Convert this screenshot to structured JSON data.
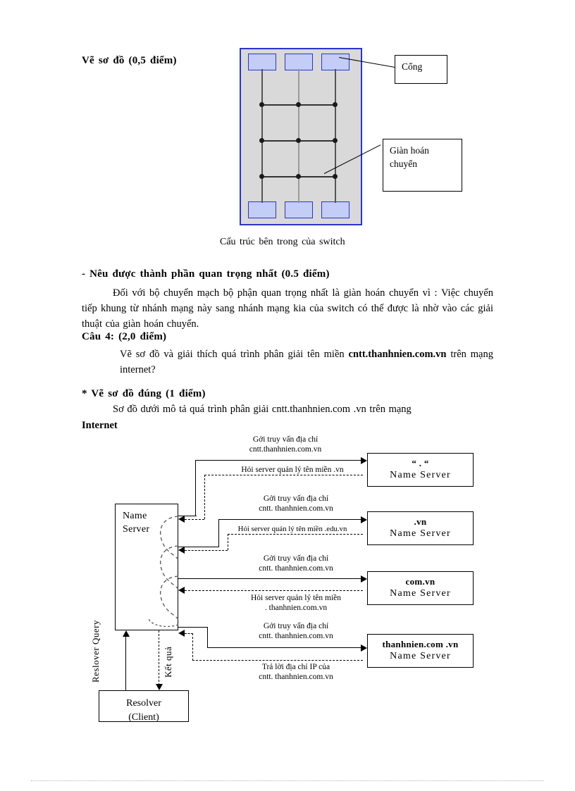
{
  "document": {
    "section_switch": {
      "heading": "Vẽ sơ đồ (0,5 điểm)",
      "callout_port": "Cổng",
      "callout_matrix": "Giàn hoán\nchuyển",
      "caption": "Cấu trúc bên trong của switch"
    },
    "section_component": {
      "heading": "- Nêu được thành phần quan trọng nhất (0.5 điểm)",
      "paragraph": "Đối với bộ chuyển mạch bộ phận quan trọng nhất là giàn hoán chuyển vì : Việc chuyển tiếp khung từ nhánh mạng này sang nhánh mạng kia của switch có thể được là nhờ vào các giải thuật của giàn hoán chuyển."
    },
    "section_cau4": {
      "heading": "Câu 4: (2,0 điểm)",
      "question_part1": "Vẽ sơ đồ và giải thích quá trình phân giải tên miền ",
      "question_domain": "cntt.thanhnien.com.vn",
      "question_part2": " trên mạng internet?"
    },
    "section_diagram": {
      "heading": "* Vẽ sơ đồ đúng (1 điểm)",
      "intro": "Sơ đồ dưới mô tả quá trình phân giải cntt.thanhnien.com .vn trên mạng",
      "intro_bold": "Internet"
    }
  },
  "dns_diagram": {
    "local_server": {
      "line1": "Name",
      "line2": "Server"
    },
    "client": {
      "line1": "Resolver",
      "line2": "(Client)"
    },
    "vertical_labels": {
      "query": "Reslover  Query",
      "result": "Kết quả"
    },
    "servers": [
      {
        "zone": "“ . “",
        "role": "Name Server",
        "query_line1": "Gởi  truy vấn địa chỉ",
        "query_line2": "cntt.thanhnien.com.vn",
        "response": "Hỏi server quản lý tên miền .vn"
      },
      {
        "zone": ".vn",
        "role": "Name Server",
        "query_line1": "Gởi  truy vấn địa chỉ",
        "query_line2": "cntt. thanhnien.com.vn",
        "response": "Hỏi server quản lý tên miền .edu.vn"
      },
      {
        "zone": "com.vn",
        "role": "Name Server",
        "query_line1": "Gởi  truy vấn địa chỉ",
        "query_line2": "cntt. thanhnien.com.vn",
        "response_line1": "Hỏi server quản lý tên miền",
        "response_line2": ". thanhnien.com.vn"
      },
      {
        "zone": "thanhnien.com  .vn",
        "role": "Name Server",
        "query_line1": "Gởi  truy vấn địa chỉ",
        "query_line2": "cntt. thanhnien.com.vn",
        "response_line1": "Trả lời địa chỉ IP của",
        "response_line2": "cntt. thanhnien.com.vn"
      }
    ]
  },
  "colors": {
    "switch_border": "#2a35d0",
    "switch_fill": "#d9d9d9",
    "port_fill": "#c3cdf5",
    "line": "#000000"
  }
}
